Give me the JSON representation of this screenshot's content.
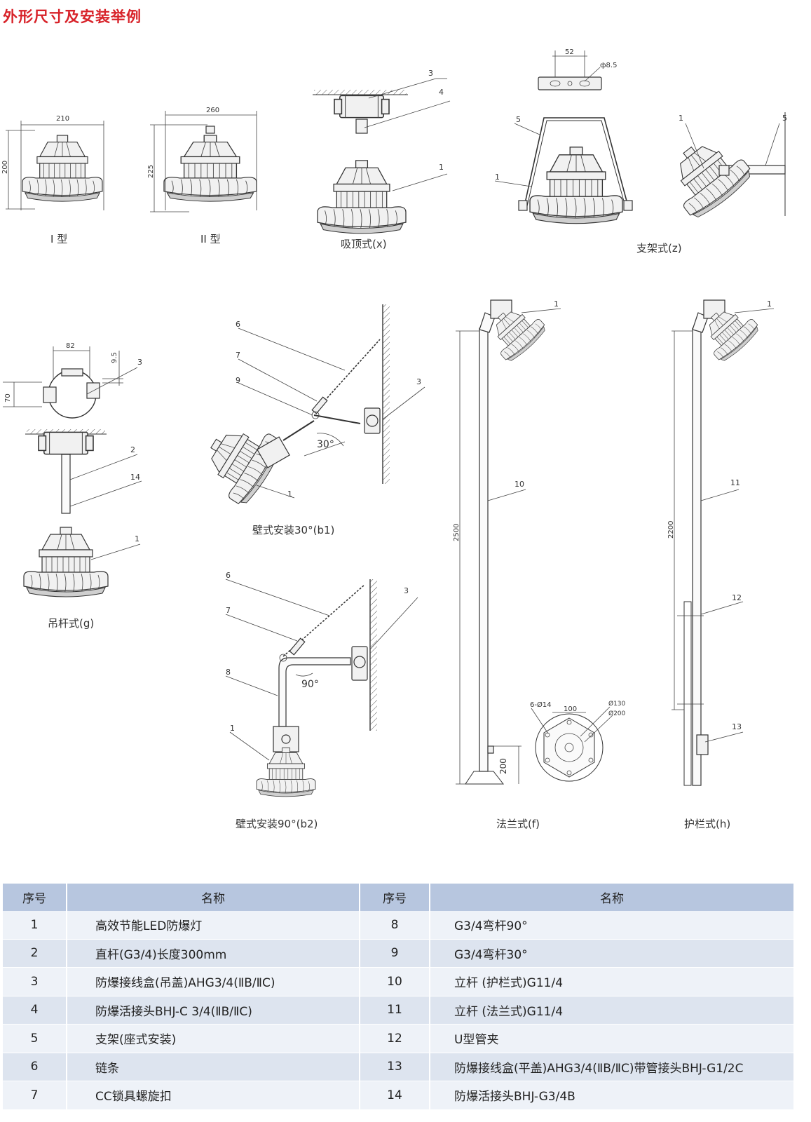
{
  "page_title": "外形尺寸及安装举例",
  "captions": {
    "type1": "I 型",
    "type2": "II 型",
    "ceiling": "吸顶式(x)",
    "bracket": "支架式(z)",
    "pendant_rod": "吊杆式(g)",
    "wall30": "壁式安装30°(b1)",
    "wall90": "壁式安装90°(b2)",
    "flange": "法兰式(f)",
    "guardrail": "护栏式(h)"
  },
  "dimensions": {
    "type1_width": "210",
    "type1_height": "200",
    "type2_width": "260",
    "type2_height": "225",
    "bracket_hole_spacing": "52",
    "bracket_hole_dia": "ф8.5",
    "clamp_width": "82",
    "clamp_height": "70",
    "clamp_offset": "9.5",
    "wall_angle_30": "30°",
    "wall_angle_90": "90°",
    "flange_pole_height": "2500",
    "flange_base_height": "200",
    "guardrail_pole_height": "2200",
    "flange_holes": "6-Ø14",
    "flange_spacing": "100",
    "flange_dia_inner": "Ø130",
    "flange_dia_outer": "Ø200"
  },
  "callouts": {
    "n1": "1",
    "n2": "2",
    "n3": "3",
    "n4": "4",
    "n5": "5",
    "n6": "6",
    "n7": "7",
    "n8": "8",
    "n9": "9",
    "n10": "10",
    "n11": "11",
    "n12": "12",
    "n13": "13",
    "n14": "14"
  },
  "table": {
    "headers": [
      "序号",
      "名称",
      "序号",
      "名称"
    ],
    "rows": [
      [
        "1",
        "高效节能LED防爆灯",
        "8",
        "G3/4弯杆90°"
      ],
      [
        "2",
        "直杆(G3/4)长度300mm",
        "9",
        "G3/4弯杆30°"
      ],
      [
        "3",
        "防爆接线盒(吊盖)AHG3/4(ⅡB/ⅡC)",
        "10",
        "立杆 (护栏式)G11/4"
      ],
      [
        "4",
        "防爆活接头BHJ-C  3/4(ⅡB/ⅡC)",
        "11",
        "立杆 (法兰式)G11/4"
      ],
      [
        "5",
        "支架(座式安装)",
        "12",
        "U型管夹"
      ],
      [
        "6",
        "链条",
        "13",
        "防爆接线盒(平盖)AHG3/4(ⅡB/ⅡC)带管接头BHJ-G1/2C"
      ],
      [
        "7",
        "CC锁具螺旋扣",
        "14",
        "防爆活接头BHJ-G3/4B"
      ]
    ]
  },
  "colors": {
    "title": "#d8232a",
    "table_header": "#b7c6df",
    "table_row_light": "#eef2f8",
    "table_row_dark": "#dde4ef"
  }
}
